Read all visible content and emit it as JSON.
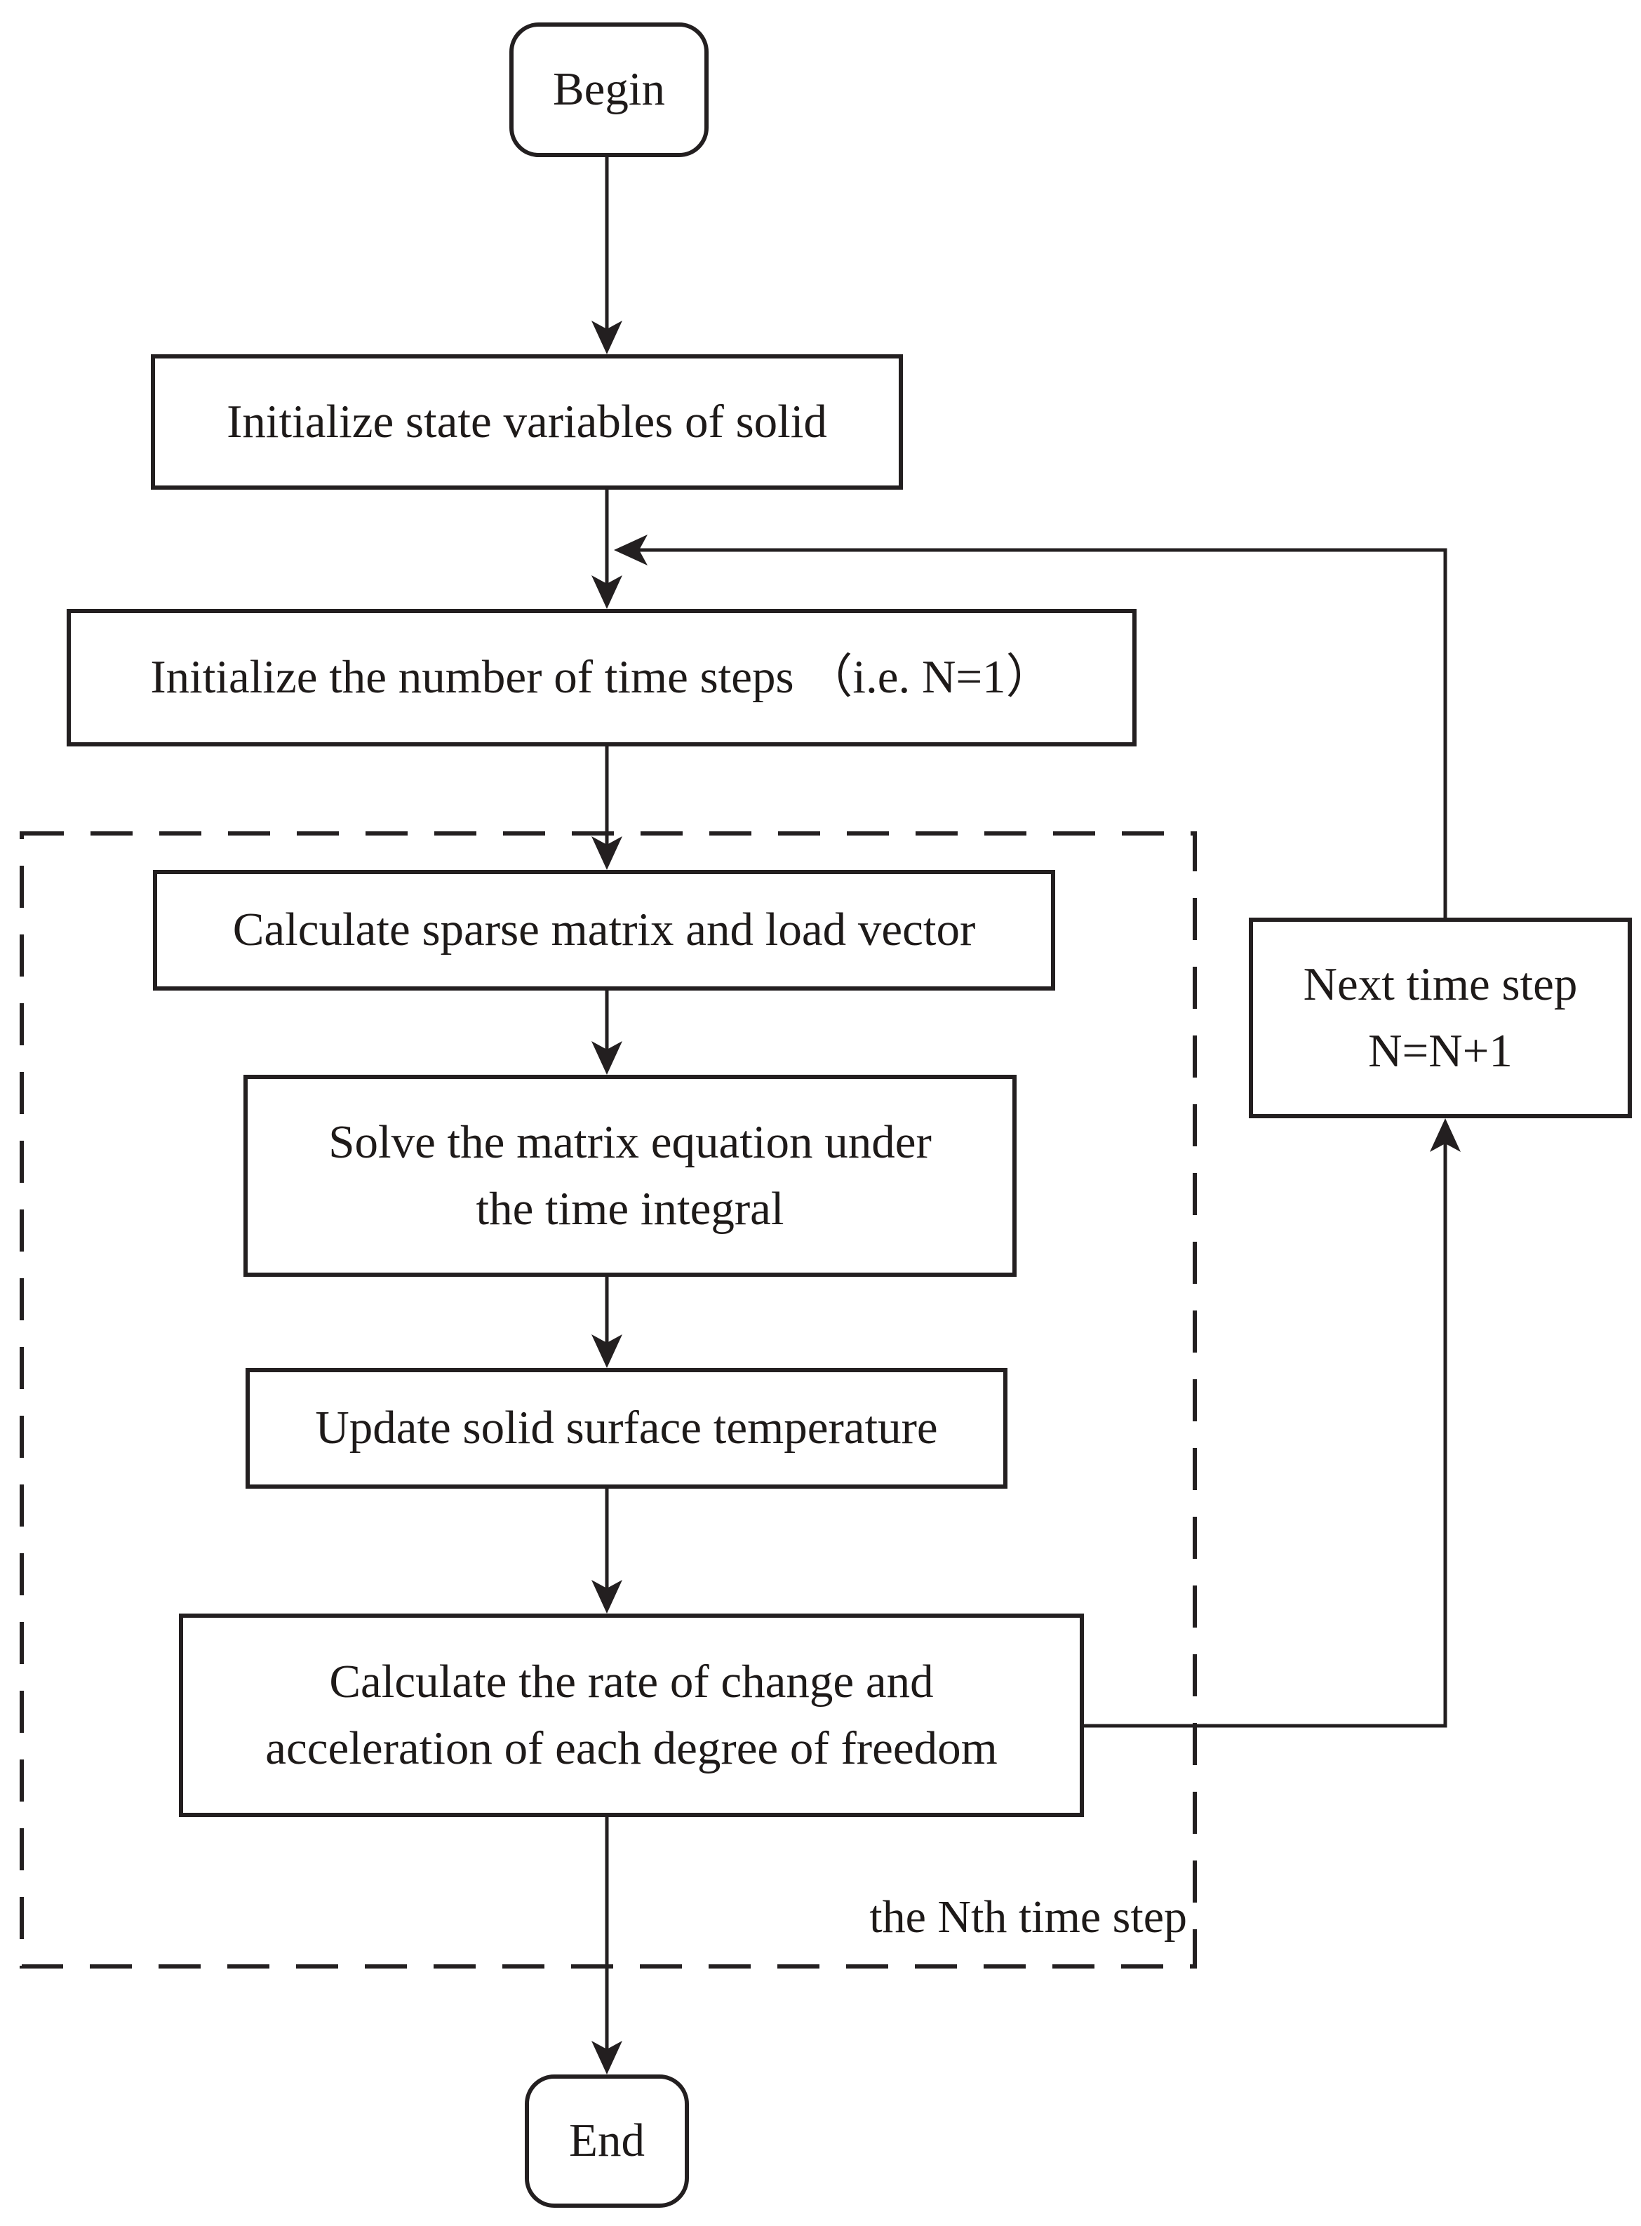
{
  "diagram": {
    "type": "flowchart",
    "colors": {
      "line": "#231f20",
      "background": "#ffffff",
      "text": "#1e1a19"
    },
    "nodes": {
      "begin": {
        "label": "Begin"
      },
      "init_state": {
        "label": "Initialize state variables of solid"
      },
      "init_steps": {
        "label": "Initialize the number of time steps （i.e. N=1）"
      },
      "calc_matrix": {
        "label": "Calculate sparse matrix and load vector"
      },
      "solve_matrix": {
        "line1": "Solve the matrix equation under",
        "line2": "the time integral"
      },
      "update_temp": {
        "label": "Update solid surface temperature"
      },
      "calc_rate": {
        "line1": "Calculate the rate of change and",
        "line2": "acceleration of each degree of freedom"
      },
      "next_step": {
        "line1": "Next time step",
        "line2": "N=N+1"
      },
      "end": {
        "label": "End"
      },
      "nth_time_step": {
        "label": "the Nth time step"
      }
    }
  }
}
